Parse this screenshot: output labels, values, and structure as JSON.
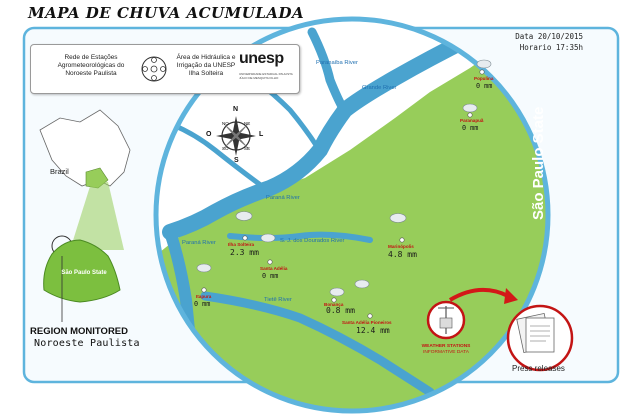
{
  "title": "MAPA DE CHUVA ACUMULADA",
  "header": {
    "network_name": "Rede de Estações Agrometeorológicas do Noroeste Paulista",
    "department": "Área de Hidráulica e Irrigação da UNESP Ilha Solteira",
    "university": "unesp",
    "university_tagline": "UNIVERSIDADE ESTADUAL PAULISTA JÚLIO DE MESQUITA FILHO",
    "date": "Data 20/10/2015",
    "time": "Horario 17:35h"
  },
  "compass": {
    "n": "N",
    "s": "S",
    "o": "O",
    "l": "L",
    "ne": "NE",
    "no": "NO",
    "se": "SE",
    "so": "SO"
  },
  "rivers": {
    "parana_top": "Paranaíba River",
    "grande": "Grande River",
    "parana_mid": "Paraná River",
    "parana_west": "Paraná River",
    "sao_jose": "S. J. dos Dourados River",
    "tiete": "Tietê River"
  },
  "state_label": "São Paulo State",
  "stations": [
    {
      "name": "Populina",
      "reading": "0 mm"
    },
    {
      "name": "Paranapuã",
      "reading": "0 mm"
    },
    {
      "name": "Ilha Solteira",
      "reading": "2.3 mm"
    },
    {
      "name": "Santa Adélia",
      "reading": "0 mm"
    },
    {
      "name": "Itapura",
      "reading": "0 mm"
    },
    {
      "name": "Marinópolis",
      "reading": "4.8 mm"
    },
    {
      "name": "Bonança",
      "reading": "0.8 mm"
    },
    {
      "name": "Santa Adélia Pioneiros",
      "reading": "12.4 mm"
    }
  ],
  "inset": {
    "brazil_label": "Brazil",
    "sp_label": "São Paulo State",
    "region_title": "REGION MONITORED",
    "region_name": "Noroeste Paulista"
  },
  "weather_stations_label": "WEATHER STATIONS",
  "weather_stations_sub": "INFORMATIVE DATA",
  "press_releases": "Press releases",
  "colors": {
    "land": "#97cd5a",
    "water": "#4aa3cf",
    "frame": "#5eb4dd",
    "outer_land": "#ffffff",
    "station_text": "#c31414",
    "river_text": "#1f6fb0"
  }
}
